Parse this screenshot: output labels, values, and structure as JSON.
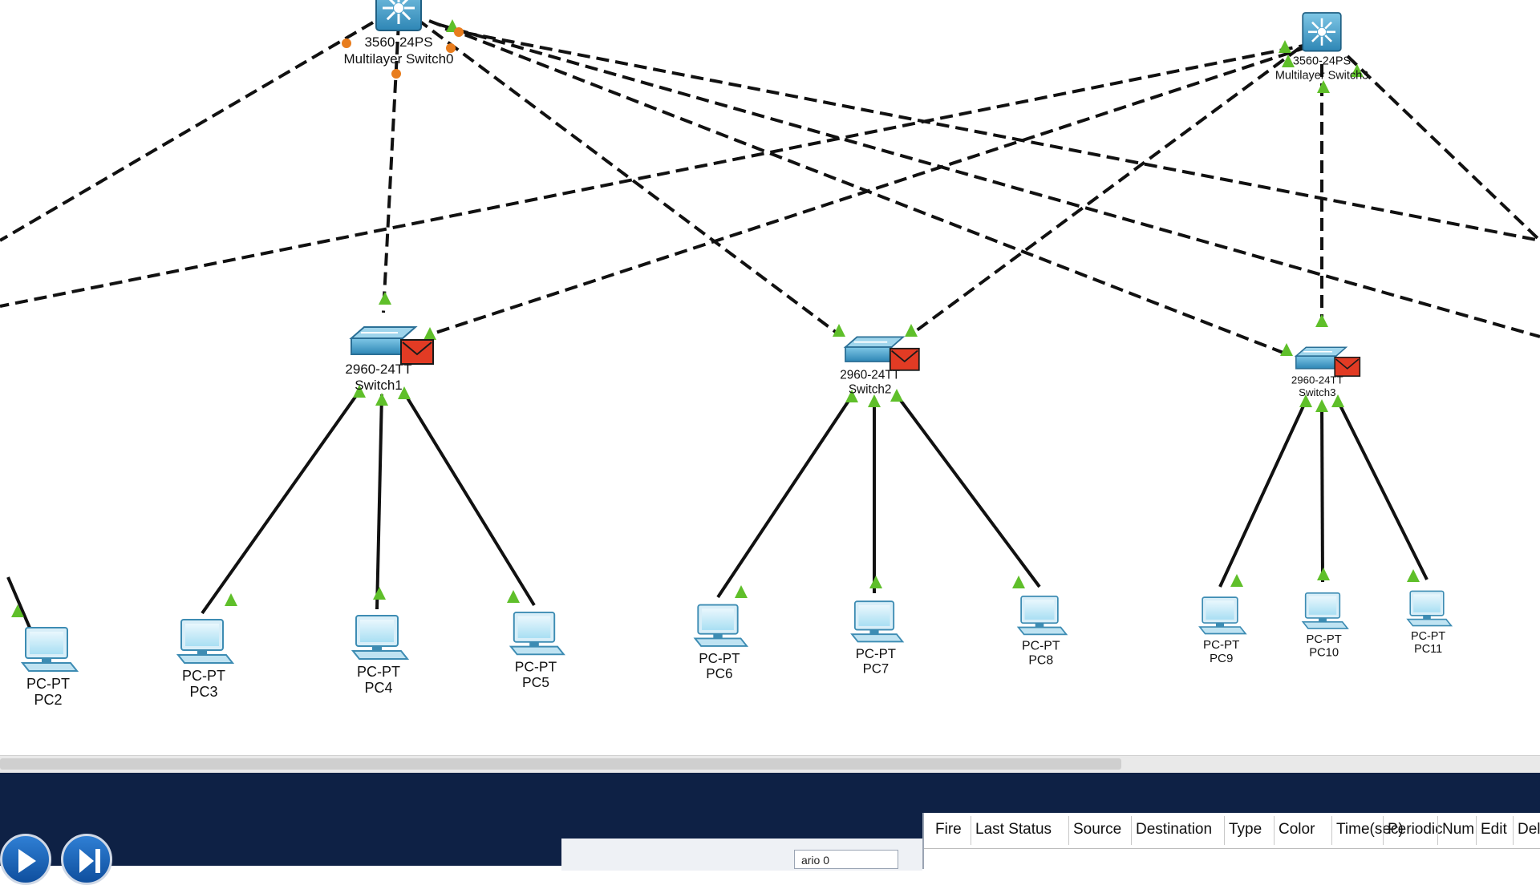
{
  "workspace": {
    "multilayer_switches": [
      {
        "id": "msw0",
        "model": "3560-24PS",
        "name": "Multilayer Switch0"
      },
      {
        "id": "msw3",
        "model": "3560-24PS",
        "name": "Multilayer Switch3"
      }
    ],
    "access_switches": [
      {
        "id": "sw1",
        "model": "2960-24TT",
        "name": "Switch1",
        "pdu_envelope": true
      },
      {
        "id": "sw2",
        "model": "2960-24TT",
        "name": "Switch2",
        "pdu_envelope": true
      },
      {
        "id": "sw3",
        "model": "2960-24TT",
        "name": "Switch3",
        "pdu_envelope": true
      }
    ],
    "pcs": [
      {
        "id": "pc2",
        "model": "PC-PT",
        "name": "PC2"
      },
      {
        "id": "pc3",
        "model": "PC-PT",
        "name": "PC3"
      },
      {
        "id": "pc4",
        "model": "PC-PT",
        "name": "PC4"
      },
      {
        "id": "pc5",
        "model": "PC-PT",
        "name": "PC5"
      },
      {
        "id": "pc6",
        "model": "PC-PT",
        "name": "PC6"
      },
      {
        "id": "pc7",
        "model": "PC-PT",
        "name": "PC7"
      },
      {
        "id": "pc8",
        "model": "PC-PT",
        "name": "PC8"
      },
      {
        "id": "pc9",
        "model": "PC-PT",
        "name": "PC9"
      },
      {
        "id": "pc10",
        "model": "PC-PT",
        "name": "PC10"
      },
      {
        "id": "pc11",
        "model": "PC-PT",
        "name": "PC11"
      }
    ],
    "link_colors": {
      "link": "#111111",
      "port_up": "#5fbf2a",
      "port_negotiating": "#e87d1e"
    }
  },
  "simulation_controls": {
    "play_button": "play-icon",
    "step_button": "step-forward-icon"
  },
  "scenario_select": {
    "value": "ario 0"
  },
  "pdu_list": {
    "columns": [
      "Fire",
      "Last Status",
      "Source",
      "Destination",
      "Type",
      "Color",
      "Time(sec)",
      "Periodic",
      "Num",
      "Edit",
      "Dele"
    ]
  }
}
